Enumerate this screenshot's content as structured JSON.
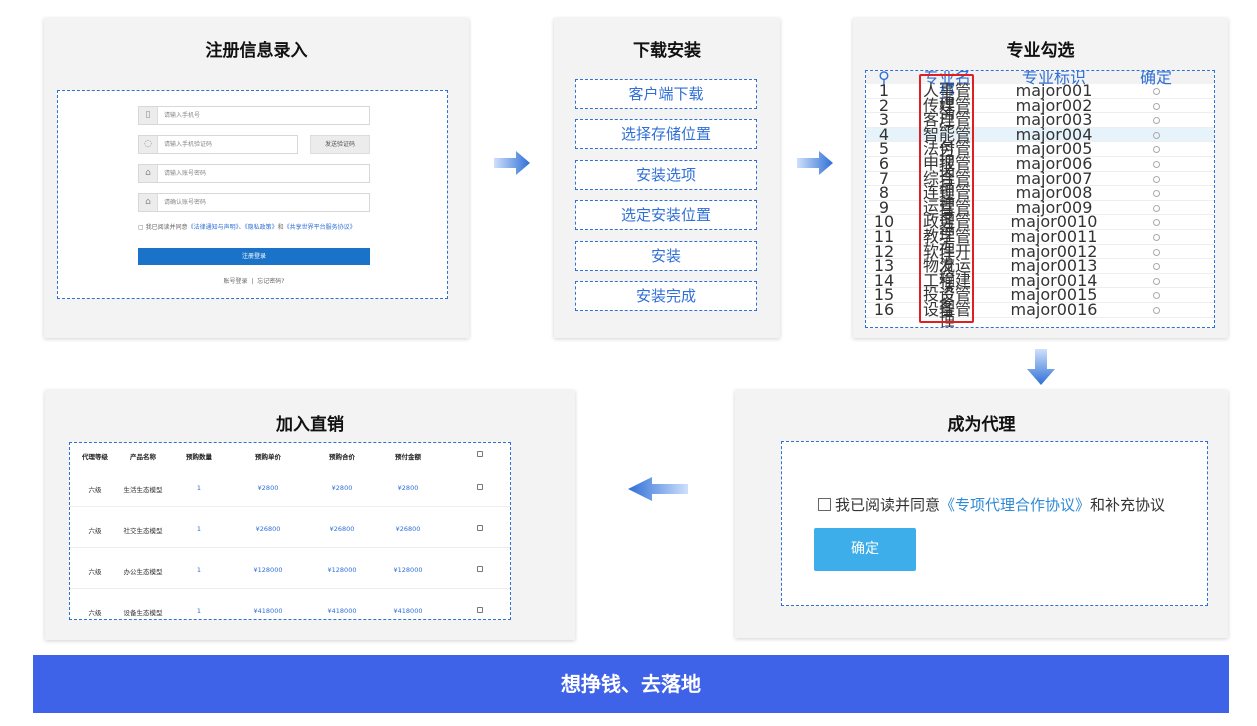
{
  "register": {
    "title": "注册信息录入",
    "phone_placeholder": "请输入手机号",
    "sms_placeholder": "请输入手机验证码",
    "sms_button": "发送验证码",
    "password_placeholder": "请输入账号密码",
    "confirm_placeholder": "请确认账号密码",
    "agree_prefix": "我已阅读并同意",
    "agree_link1": "《法律通知与声明》",
    "agree_sep": "、",
    "agree_link2": "《隐私政策》",
    "agree_and": "和",
    "agree_link3": "《共享世界平台服务协议》",
    "submit": "注册登录",
    "login_link": "账号登录",
    "divider": "|",
    "forgot_link": "忘记密码?"
  },
  "install": {
    "title": "下载安装",
    "steps": [
      "客户端下载",
      "选择存储位置",
      "安装选项",
      "选定安装位置",
      "安装",
      "安装完成"
    ]
  },
  "major": {
    "title": "专业勾选",
    "headers": {
      "name": "专业名称",
      "id": "专业标识",
      "ok": "确定"
    },
    "rows": [
      {
        "no": "1",
        "name": "人事管理",
        "id": "major001"
      },
      {
        "no": "2",
        "name": "传媒管理",
        "id": "major002"
      },
      {
        "no": "3",
        "name": "客户管理",
        "id": "major003"
      },
      {
        "no": "4",
        "name": "智能管付",
        "id": "major004"
      },
      {
        "no": "5",
        "name": "法务管理",
        "id": "major005"
      },
      {
        "no": "6",
        "name": "申报管理",
        "id": "major006"
      },
      {
        "no": "7",
        "name": "综合管理",
        "id": "major007"
      },
      {
        "no": "8",
        "name": "连锁管理",
        "id": "major008"
      },
      {
        "no": "9",
        "name": "运营管理",
        "id": "major009"
      },
      {
        "no": "10",
        "name": "政务管理",
        "id": "major0010"
      },
      {
        "no": "11",
        "name": "教学管理",
        "id": "major0011"
      },
      {
        "no": "12",
        "name": "软件开发",
        "id": "major0012"
      },
      {
        "no": "13",
        "name": "物流运输",
        "id": "major0013"
      },
      {
        "no": "14",
        "name": "工程建设",
        "id": "major0014"
      },
      {
        "no": "15",
        "name": "投资管理",
        "id": "major0015"
      },
      {
        "no": "16",
        "name": "设备管理",
        "id": "major0016"
      }
    ]
  },
  "agent": {
    "title": "成为代理",
    "agree_prefix": "我已阅读并同意",
    "agree_link": "《专项代理合作协议》",
    "agree_suffix": "和补充协议",
    "confirm": "确定"
  },
  "direct": {
    "title": "加入直销",
    "headers": [
      "代理等级",
      "产品名称",
      "预购数量",
      "预购单价",
      "预购合价",
      "预付金额"
    ],
    "rows": [
      {
        "level": "六级",
        "product": "生活生态模型",
        "qty": "1",
        "unit": "¥2800",
        "total": "¥2800",
        "prepay": "¥2800"
      },
      {
        "level": "六级",
        "product": "社交生态模型",
        "qty": "1",
        "unit": "¥26800",
        "total": "¥26800",
        "prepay": "¥26800"
      },
      {
        "level": "六级",
        "product": "办公生态模型",
        "qty": "1",
        "unit": "¥128000",
        "total": "¥128000",
        "prepay": "¥128000"
      },
      {
        "level": "六级",
        "product": "设备生态模型",
        "qty": "1",
        "unit": "¥418000",
        "total": "¥418000",
        "prepay": "¥418000"
      }
    ]
  },
  "banner": {
    "text": "想挣钱、去落地"
  },
  "colors": {
    "accent": "#2f6fd6",
    "banner": "#3e62e8",
    "highlight": "#e02020",
    "button": "#3daee9"
  }
}
